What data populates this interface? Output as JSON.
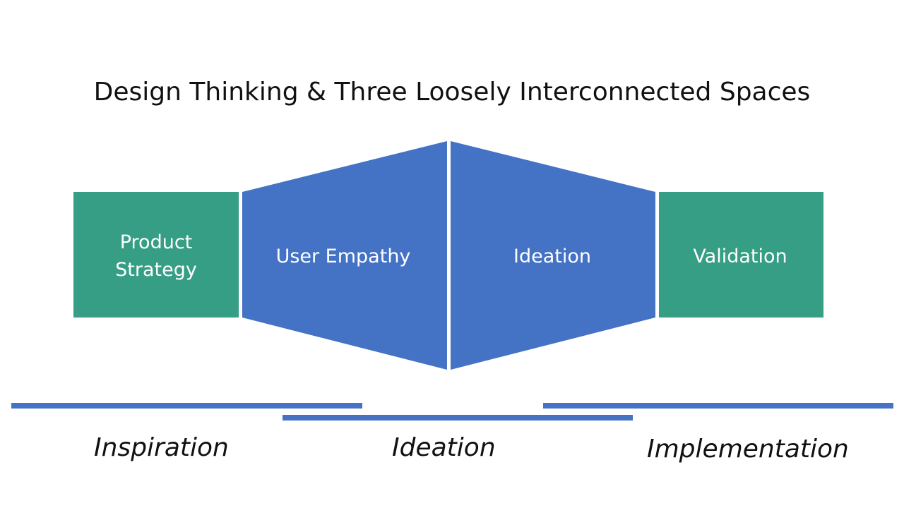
{
  "title": "Design Thinking & Three Loosely Interconnected Spaces",
  "colors": {
    "green": "#359E84",
    "blue": "#4472C4",
    "bar": "#4472C4",
    "text_on_shape": "#FFFFFF",
    "title_text": "#111111"
  },
  "shapes": {
    "product_strategy": {
      "line1": "Product",
      "line2": "Strategy"
    },
    "user_empathy": "User Empathy",
    "ideation": "Ideation",
    "validation": "Validation"
  },
  "phases": {
    "inspiration": "Inspiration",
    "ideation": "Ideation",
    "implementation": "Implementation"
  }
}
